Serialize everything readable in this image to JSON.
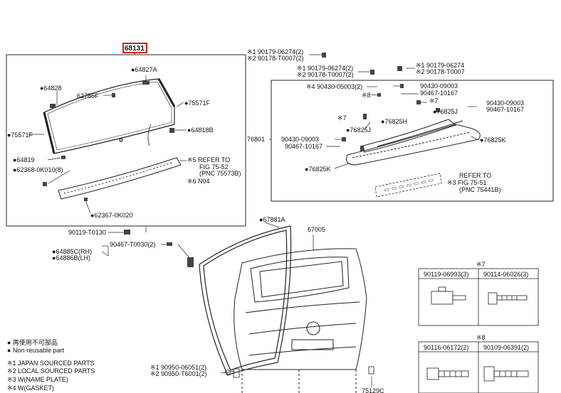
{
  "callouts": {
    "main": "68131",
    "glass_top": "●64827A",
    "p64828": "●64828",
    "p62785F": "62785F",
    "p75571F_r": "●75571F",
    "p75571F_l": "●75571F",
    "p64818B": "●64818B",
    "p64819": "●64819",
    "p62368": "●62368-0K010(8)",
    "ref1": "※5 REFER TO",
    "ref2": "FIG 75-52",
    "ref3": "(PNC 75573B)",
    "ref4": "※6 N04",
    "p62367": "●62367-0K020",
    "p90119": "90119-T0130",
    "p90467a": "90467-T0030(2)",
    "p64885": "●64885C(RH)",
    "p64886": "●64886B(LH)",
    "p67881": "●67881A",
    "p67005": "67005",
    "s1a": "※1 90179-06274(2)",
    "s1b": "※2 90178-T0007(2)",
    "s2a": "※1 90179-06274(2)",
    "s2b": "※2 90178-T0007(2)",
    "s3a": "※1 90179-06274",
    "s3b": "※2 90178-T0007",
    "s4": "※4 90430-05003(2)",
    "s8": "※8",
    "s90430a": "90430-09003",
    "s90467b": "90467-10167",
    "s7a": "※7",
    "s76825J_r": "●76825J",
    "s90430c": "90430-09003",
    "s90467c": "90467-10167",
    "s7b": "※7",
    "s76825J_l": "●76825J",
    "s76825H": "●76825H",
    "p76801": "76801",
    "s90430d": "90430-09003",
    "s90467d": "90467-10167",
    "s76825K_r": "●76825K",
    "s76825K_l": "●76825K",
    "ref_b1": "REFER TO",
    "ref_b2": "※3 FIG 75-51",
    "ref_b3": "(PNC 75441B)",
    "g1a": "※1 90950-06051(2)",
    "g1b": "※2 90950-T6001(2)",
    "p75129": "75129C"
  },
  "legend": [
    "● 再使用不可部品",
    "● Non-reusable part",
    "※1  JAPAN SOURCED PARTS",
    "※2  LOCAL SOURCED PARTS",
    "※3  W(NAME PLATE)",
    "※4  W(GASKET)"
  ],
  "table7": {
    "mark": "※7",
    "cols": [
      "90119-06993(3)",
      "90114-06026(3)"
    ]
  },
  "table8": {
    "mark": "※8",
    "cols": [
      "90116-06172(2)",
      "90109-06391(2)"
    ]
  },
  "accent_color": "#d62020"
}
